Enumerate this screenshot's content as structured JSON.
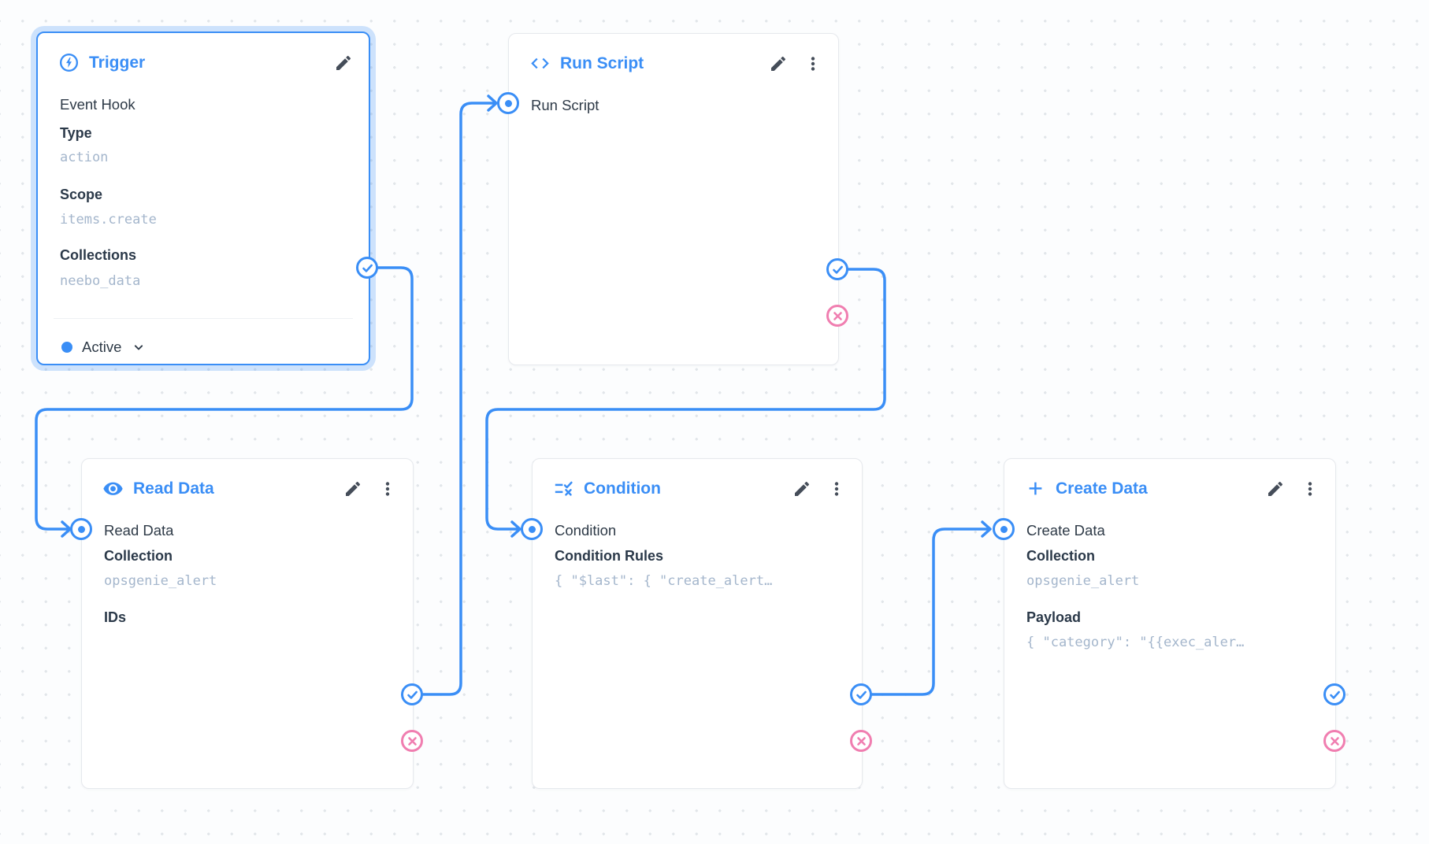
{
  "app": {
    "view": "flow-editor"
  },
  "colors": {
    "primary_blue": "#3a8ef6",
    "reject_pink": "#f07eb0",
    "title_blue": "#3a8ef6",
    "label_dark": "#2b3949",
    "mono_value": "#a4b6cc",
    "card_border": "#e6e9ed",
    "selected_glow": "rgba(58,142,246,0.24)",
    "canvas_bg": "#fcfdfe",
    "grid_dot": "#e2e6ea",
    "icon_gray": "#454d59"
  },
  "nodes": {
    "trigger": {
      "title": "Trigger",
      "icon": "bolt-circle-icon",
      "event": "Event Hook",
      "type_label": "Type",
      "type_value": "action",
      "scope_label": "Scope",
      "scope_value": "items.create",
      "collections_label": "Collections",
      "collections_value": "neebo_data",
      "status": "Active",
      "selected": true
    },
    "run_script": {
      "title": "Run Script",
      "icon": "code-icon",
      "operation": "Run Script"
    },
    "read_data": {
      "title": "Read Data",
      "icon": "eye-icon",
      "operation": "Read Data",
      "collection_label": "Collection",
      "collection_value": "opsgenie_alert",
      "ids_label": "IDs"
    },
    "condition": {
      "title": "Condition",
      "icon": "rule-icon",
      "operation": "Condition",
      "rules_label": "Condition Rules",
      "rules_value": "{ \"$last\": { \"create_alert…"
    },
    "create_data": {
      "title": "Create Data",
      "icon": "plus-icon",
      "operation": "Create Data",
      "collection_label": "Collection",
      "collection_value": "opsgenie_alert",
      "payload_label": "Payload",
      "payload_value": "{ \"category\": \"{{exec_aler…"
    }
  },
  "edges": [
    {
      "from": "trigger",
      "output": "resolve",
      "to": "read_data"
    },
    {
      "from": "read_data",
      "output": "resolve",
      "to": "run_script"
    },
    {
      "from": "run_script",
      "output": "resolve",
      "to": "condition"
    },
    {
      "from": "condition",
      "output": "resolve",
      "to": "create_data"
    }
  ]
}
